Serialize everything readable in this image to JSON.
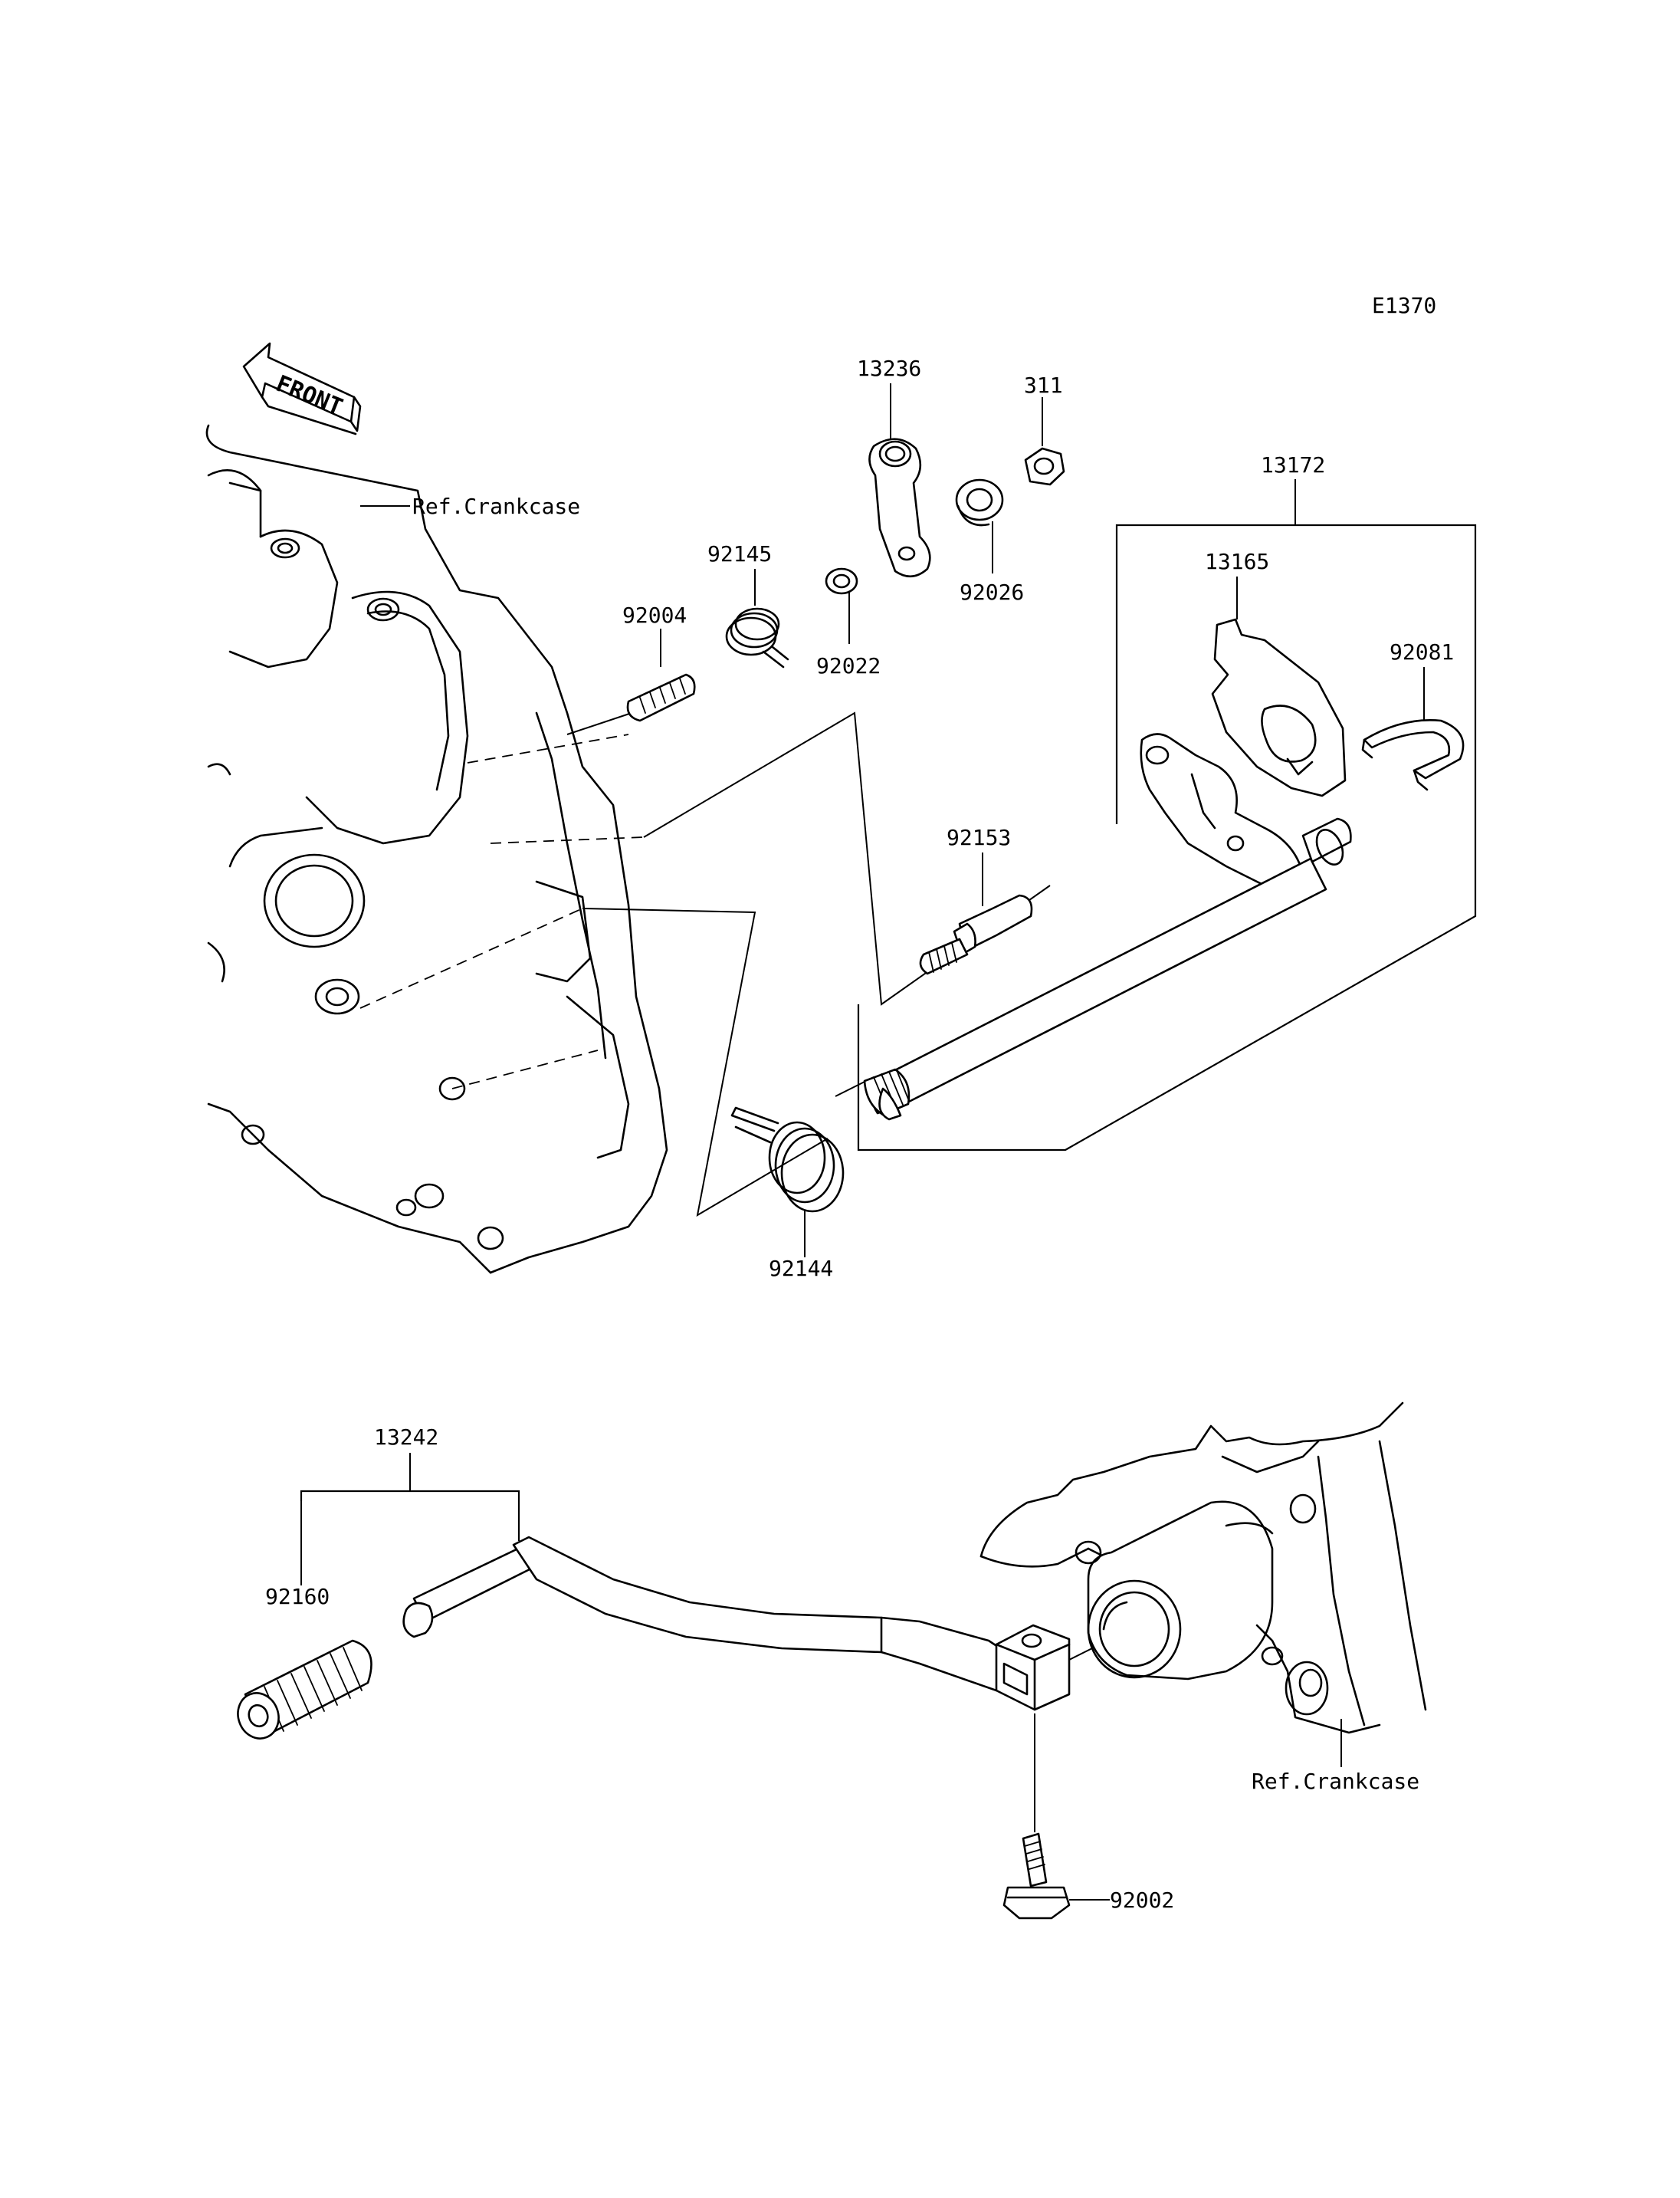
{
  "diagram_code": "E1370",
  "front_label": "FRONT",
  "ref_labels": {
    "crankcase_top": "Ref.Crankcase",
    "crankcase_bottom": "Ref.Crankcase"
  },
  "part_numbers": {
    "p13236": "13236",
    "p311": "311",
    "p13172": "13172",
    "p92145": "92145",
    "p92026": "92026",
    "p13165": "13165",
    "p92004": "92004",
    "p92022": "92022",
    "p92081": "92081",
    "p92153": "92153",
    "p92144": "92144",
    "p13242": "13242",
    "p92160": "92160",
    "p92002": "92002"
  }
}
